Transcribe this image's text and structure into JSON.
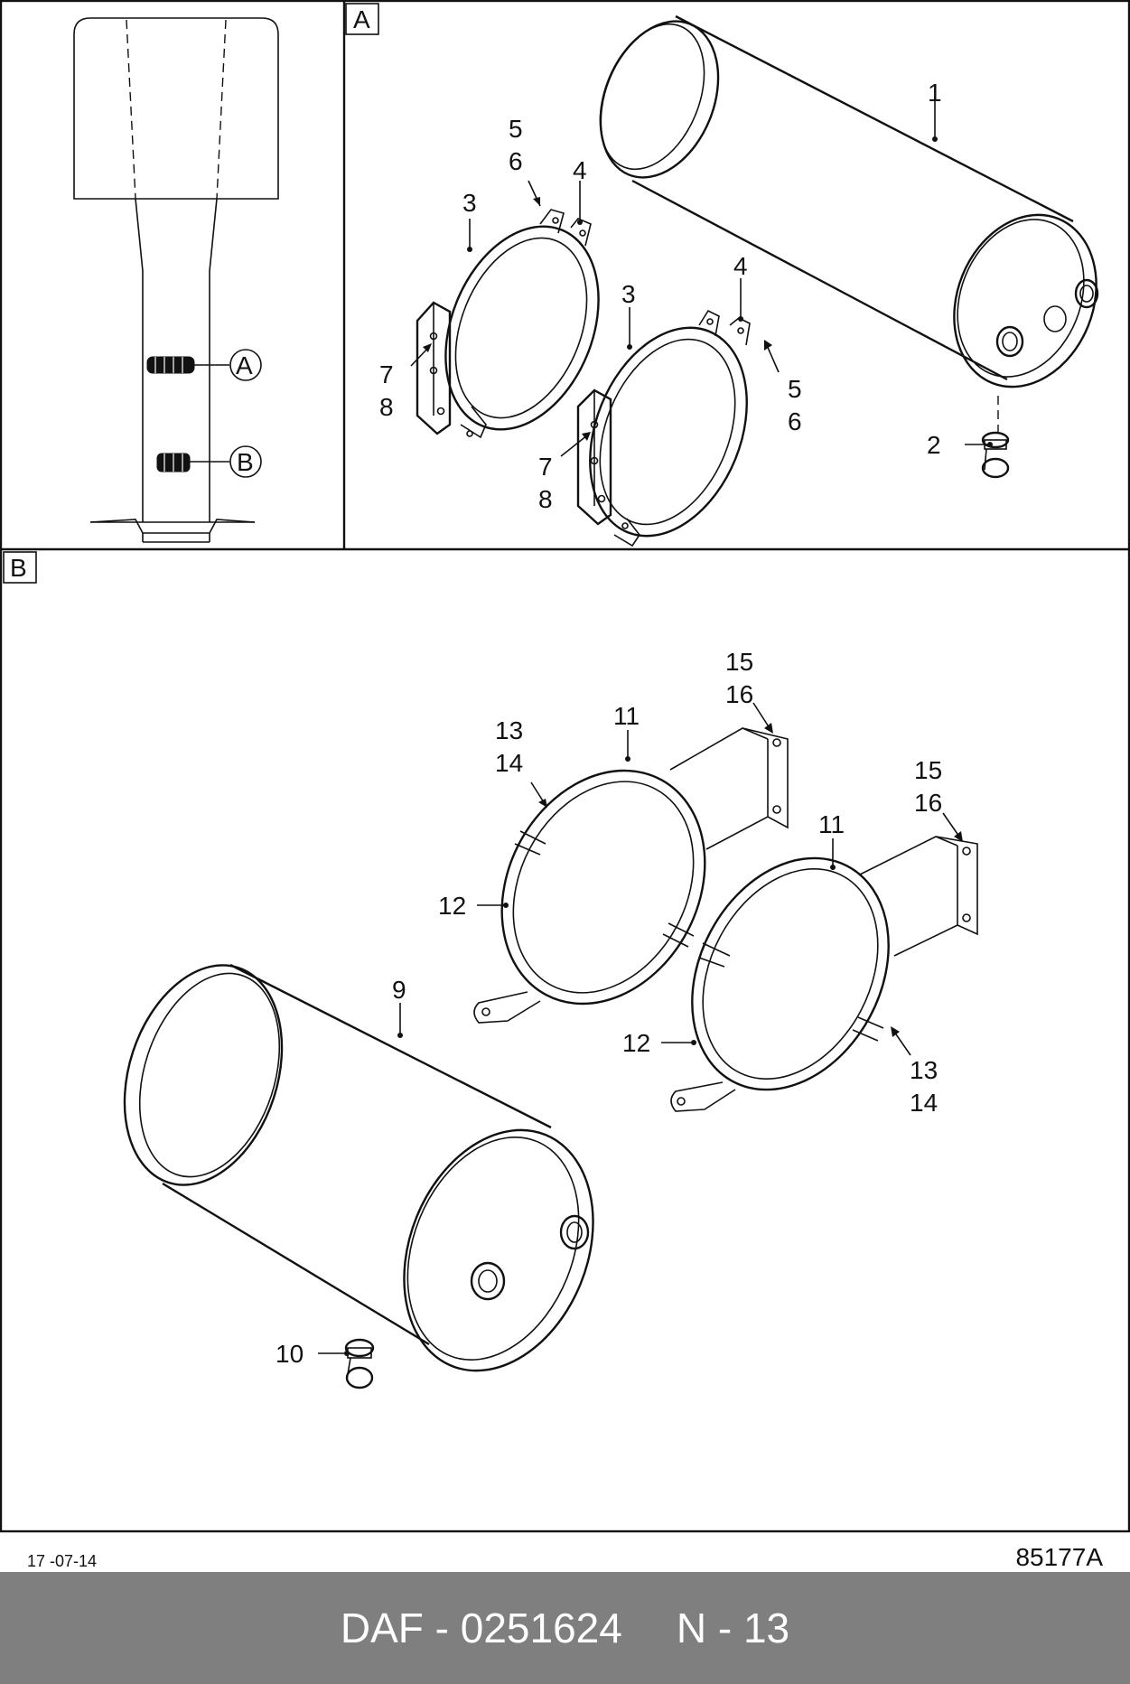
{
  "view_labels": {
    "a": "A",
    "b": "B"
  },
  "overview": {
    "marker_a": "A",
    "marker_b": "B"
  },
  "callouts_a": {
    "c1": "1",
    "c2": "2",
    "c3_left": "3",
    "c3_right": "3",
    "c4_left": "4",
    "c4_right": "4",
    "c5_left": "5",
    "c6_left": "6",
    "c5_right": "5",
    "c6_right": "6",
    "c7_left": "7",
    "c8_left": "8",
    "c7_right": "7",
    "c8_right": "8"
  },
  "callouts_b": {
    "c9": "9",
    "c10": "10",
    "c11_left": "11",
    "c11_right": "11",
    "c12_left": "12",
    "c12_right": "12",
    "c13_left": "13",
    "c14_left": "14",
    "c13_right": "13",
    "c14_right": "14",
    "c15_left": "15",
    "c16_left": "16",
    "c15_right": "15",
    "c16_right": "16"
  },
  "footer": {
    "date": "17 -07-14",
    "drawing_no": "85177A"
  },
  "banner": {
    "part_code": "DAF - 0251624",
    "page": "N - 13"
  }
}
